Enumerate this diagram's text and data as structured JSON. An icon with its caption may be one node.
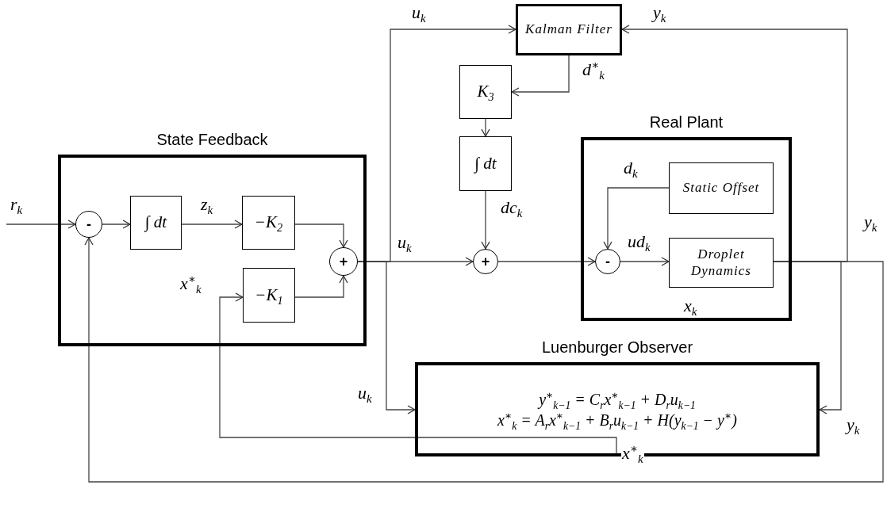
{
  "diagram": {
    "nodes": [
      {
        "text": [
          "State Feedback"
        ]
      },
      {
        "text": [
          "-"
        ],
        "in": 0
      },
      {
        "text": [
          "∫ dt"
        ],
        "in": 0
      },
      {
        "text": [
          "−K$_{2}$"
        ],
        "in": 0
      },
      {
        "text": [
          "+"
        ],
        "in": 0
      },
      {
        "text": [
          "−K$_{1}$"
        ],
        "in": 0
      },
      {
        "text": [
          "Kalman Filter"
        ]
      },
      {
        "text": [
          "K$_{3}$"
        ]
      },
      {
        "text": [
          "∫ dt"
        ]
      },
      {
        "text": [
          "+"
        ]
      },
      {
        "text": [
          "Real Plant",
          "x$_{k}$"
        ]
      },
      {
        "text": [
          "Static Offset"
        ],
        "in": 10
      },
      {
        "text": [
          "-"
        ],
        "in": 10
      },
      {
        "text": [
          "Droplet Dynamics"
        ],
        "in": 10
      },
      {
        "text": [
          "Luenburger Observer",
          "y$^{∗}$$_{k−1}$ = C$_{r}$x$^{∗}$$_{k−1}$ + D$_{r}$u$_{k−1}$",
          "x$^{∗}$$_{k}$ = A$_{r}$x$^{∗}$$_{k−1}$ + B$_{r}$u$_{k−1}$ + H(y$_{k−1}$ − y$^{∗}$)"
        ]
      }
    ],
    "edges": [
      {
        "from": null,
        "to": 1,
        "arrow": "to",
        "label": "r$_{k}$"
      },
      {
        "from": 1,
        "to": 2,
        "arrow": "to"
      },
      {
        "from": 2,
        "to": 3,
        "arrow": "to",
        "label": "z$_{k}$"
      },
      {
        "from": 3,
        "to": 4,
        "arrow": "to"
      },
      {
        "from": 5,
        "to": 4,
        "arrow": "to"
      },
      {
        "from": 4,
        "to": 9,
        "arrow": "to",
        "label": "u$_{k}$"
      },
      {
        "from": 4,
        "to": 6,
        "arrow": "to",
        "label": "u$_{k}$"
      },
      {
        "from": 4,
        "to": 14,
        "arrow": "to",
        "label": "u$_{k}$"
      },
      {
        "from": 6,
        "to": 7,
        "arrow": "to",
        "label": "d$^{∗}$$_{k}$"
      },
      {
        "from": 7,
        "to": 8,
        "arrow": "to"
      },
      {
        "from": 8,
        "to": 9,
        "arrow": "to",
        "label": "dc$_{k}$"
      },
      {
        "from": 9,
        "to": 12,
        "arrow": "to"
      },
      {
        "from": 11,
        "to": 12,
        "arrow": "to",
        "label": "d$_{k}$"
      },
      {
        "from": 12,
        "to": 13,
        "arrow": "to",
        "label": "ud$_{k}$"
      },
      {
        "from": 13,
        "to": 6,
        "arrow": "to",
        "label": "y$_{k}$"
      },
      {
        "from": 13,
        "to": 14,
        "arrow": "to",
        "label": "y$_{k}$"
      },
      {
        "from": 13,
        "to": 1,
        "arrow": "to",
        "label": "y$_{k}$"
      },
      {
        "from": 14,
        "to": 5,
        "arrow": "to",
        "label": "x$^{∗}$$_{k}$"
      }
    ],
    "labels": [
      "x$^{∗}$$_{k}$"
    ]
  }
}
